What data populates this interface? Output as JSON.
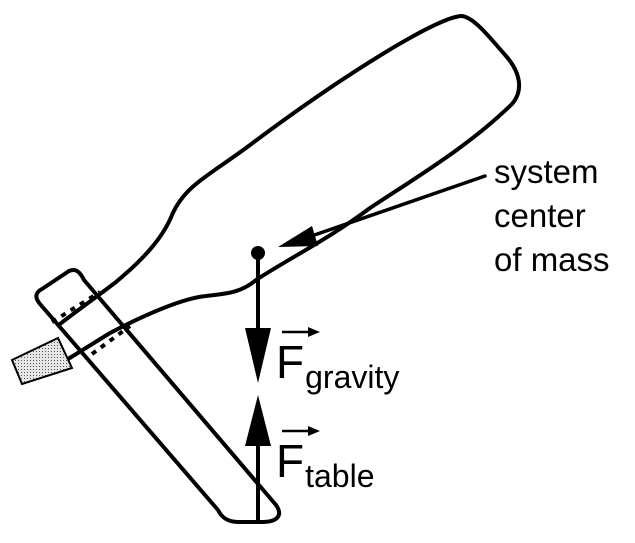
{
  "labels": {
    "center_of_mass": [
      "system",
      "center",
      "of mass"
    ],
    "force_gravity": {
      "symbol": "F",
      "subscript": "gravity"
    },
    "force_table": {
      "symbol": "F",
      "subscript": "table"
    }
  },
  "colors": {
    "ink": "#000000",
    "background": "#ffffff",
    "cork_fill": "#c8c8c8"
  }
}
